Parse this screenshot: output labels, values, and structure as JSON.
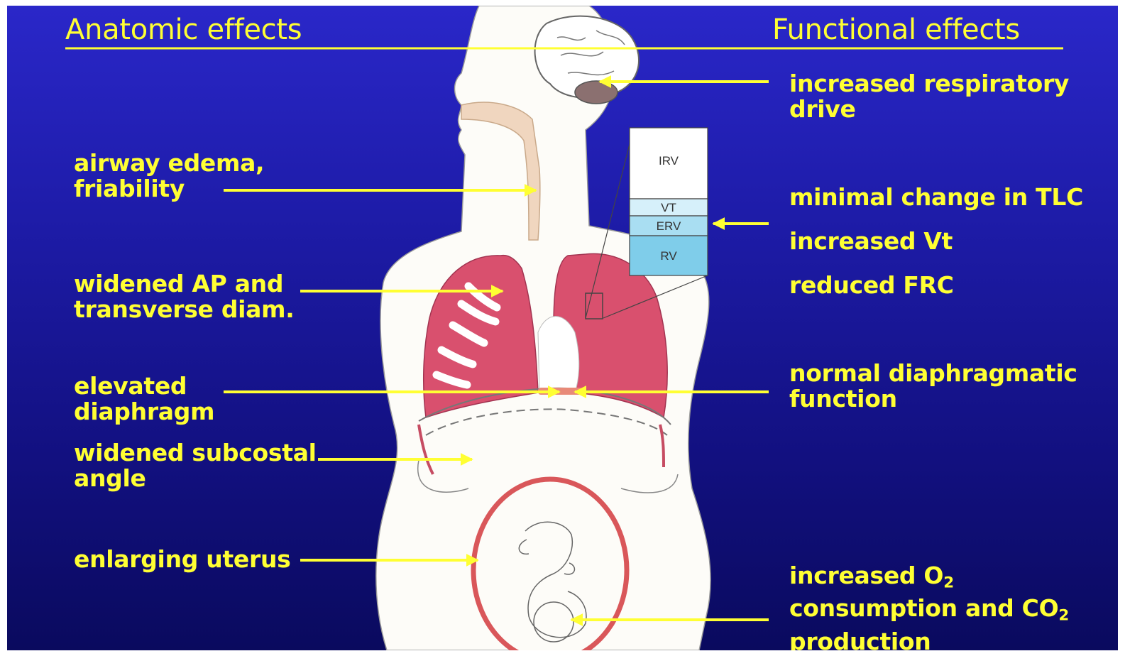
{
  "headings": {
    "left": "Anatomic effects",
    "right": "Functional effects"
  },
  "anatomic_effects": [
    {
      "text": "airway edema,\nfriability"
    },
    {
      "text": "widened AP and\ntransverse diam."
    },
    {
      "text": "elevated\ndiaphragm"
    },
    {
      "text": "widened subcostal\nangle"
    },
    {
      "text": "enlarging uterus"
    }
  ],
  "functional_effects": [
    {
      "text": "increased respiratory\ndrive"
    },
    {
      "text": "minimal change in TLC"
    },
    {
      "text": "increased Vt"
    },
    {
      "text": "reduced FRC"
    },
    {
      "text": "normal diaphragmatic\nfunction"
    }
  ],
  "gas_exchange": {
    "line1_prefix": "increased O",
    "line1_sub": "2",
    "line2_prefix": "consumption and CO",
    "line2_sub": "2",
    "line3": "production"
  },
  "lung_volumes": {
    "segments": [
      {
        "label": "IRV",
        "color": "#ffffff"
      },
      {
        "label": "VT",
        "color": "#d6f0fa"
      },
      {
        "label": "ERV",
        "color": "#a9def2"
      },
      {
        "label": "RV",
        "color": "#7fcdea"
      }
    ]
  },
  "colors": {
    "background": "#1d1ba6",
    "text": "#ffff33",
    "arrow": "#ffff33",
    "lung": "#d9506e",
    "uterus": "#e2706c",
    "body": "#fdfcf8"
  }
}
